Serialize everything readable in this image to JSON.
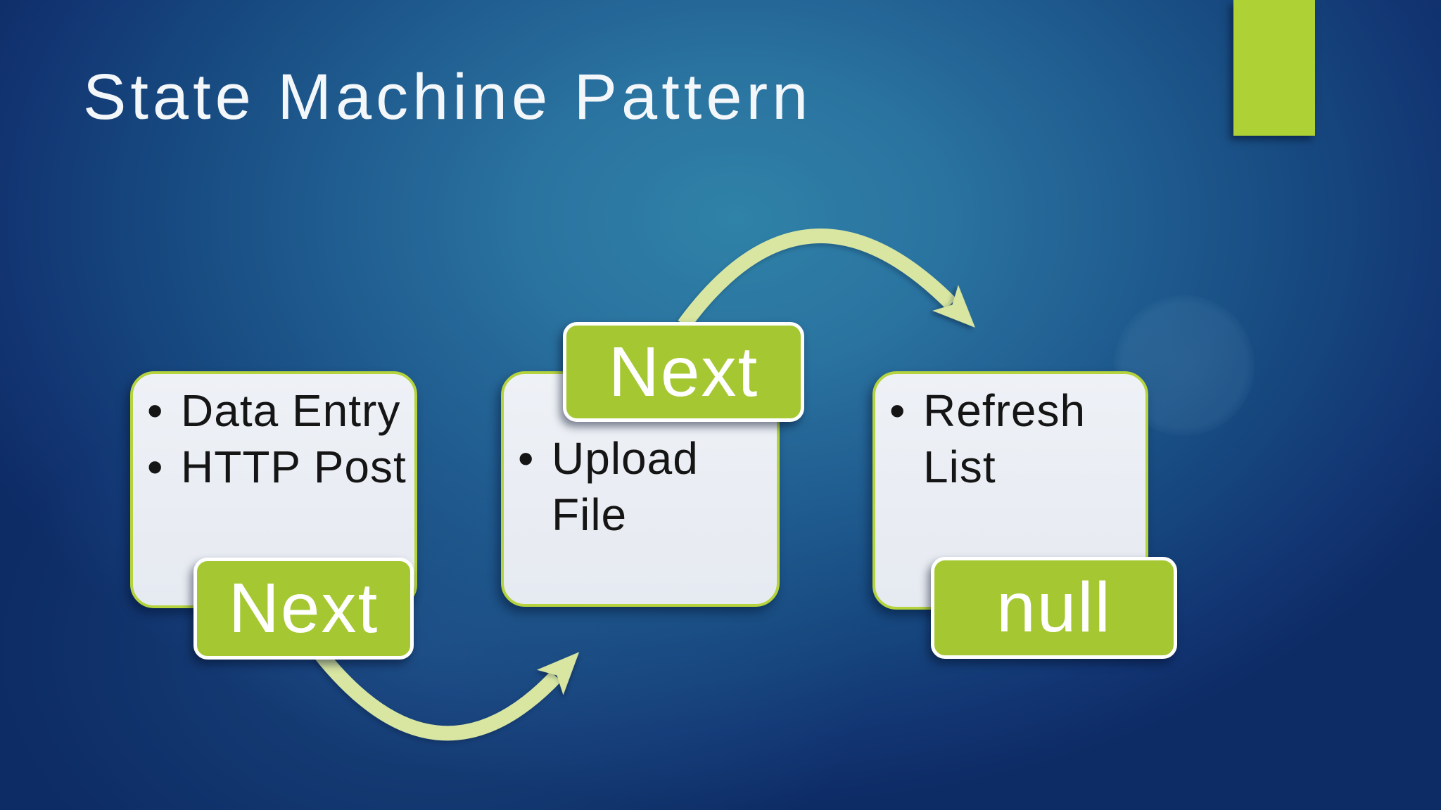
{
  "slide": {
    "title": "State Machine Pattern",
    "bullet_glyph": "•",
    "states": [
      {
        "name": "state-1",
        "bullets": [
          "Data Entry",
          "HTTP Post"
        ],
        "action": "Next"
      },
      {
        "name": "state-2",
        "bullets": [
          "Upload File"
        ],
        "action": "Next"
      },
      {
        "name": "state-3",
        "bullets": [
          "Refresh List"
        ],
        "action": "null"
      }
    ],
    "arrows": [
      "state-1-to-state-2",
      "state-2-to-state-3"
    ],
    "colors": {
      "background_center": "#2f82a8",
      "background_edge": "#0d2b65",
      "accent_green": "#a5c832",
      "accent_bar_green": "#aed136",
      "card_border_green": "#b5d33c",
      "arrow_green": "#d8e6a2",
      "card_fill": "#e9edf3",
      "title_text": "#f3f7fa",
      "bullet_text": "#151515",
      "button_text": "#ffffff"
    }
  }
}
